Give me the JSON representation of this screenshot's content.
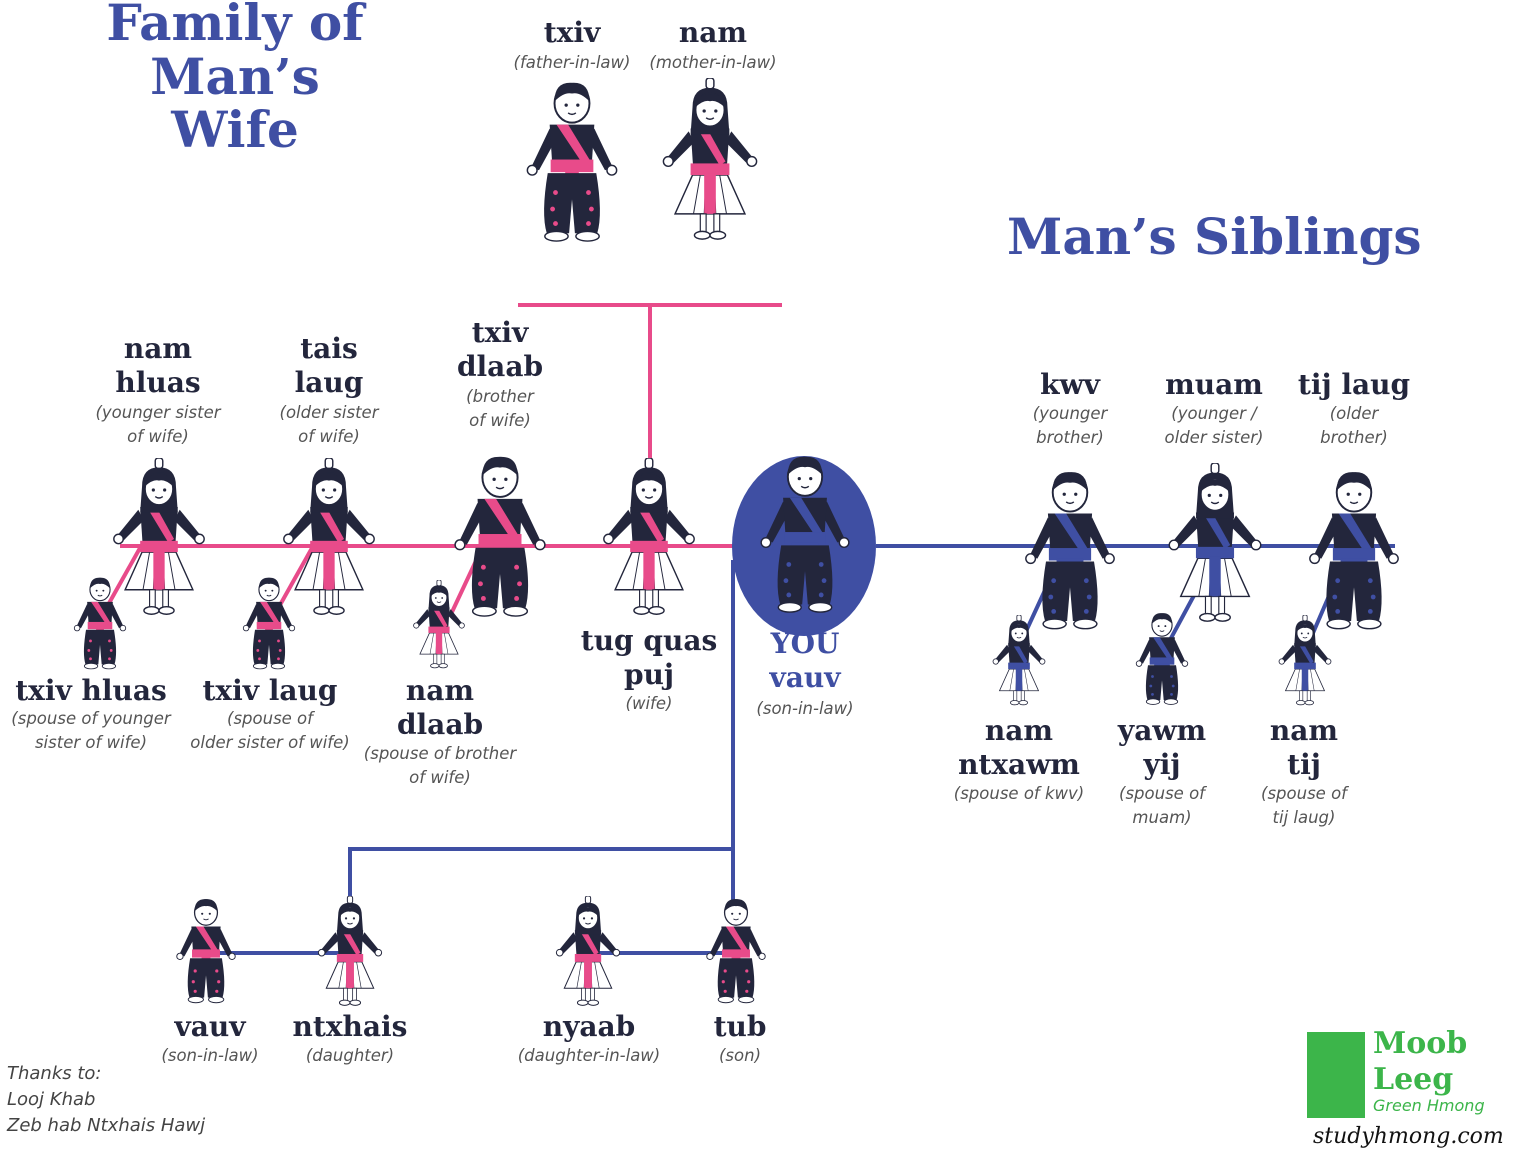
{
  "titles": {
    "wife_family_line1": "Family of",
    "wife_family_line2": "Man’s Wife",
    "siblings": "Man’s Siblings"
  },
  "colors": {
    "wife_side": "#e84b8a",
    "man_side": "#3f4fa3",
    "garment": "#23263c",
    "logo_green": "#3cb54a"
  },
  "people": {
    "father_in_law": {
      "term": [
        "txiv"
      ],
      "gloss": [
        "(father-in-law)"
      ]
    },
    "mother_in_law": {
      "term": [
        "nam"
      ],
      "gloss": [
        "(mother-in-law)"
      ]
    },
    "younger_sister_of_wife": {
      "term": [
        "nam",
        "hluas"
      ],
      "gloss": [
        "(younger sister",
        "of wife)"
      ]
    },
    "older_sister_of_wife": {
      "term": [
        "tais",
        "laug"
      ],
      "gloss": [
        "(older sister",
        "of wife)"
      ]
    },
    "brother_of_wife": {
      "term": [
        "txiv",
        "dlaab"
      ],
      "gloss": [
        "(brother",
        "of wife)"
      ]
    },
    "wife": {
      "term": [
        "tug quas",
        "puj"
      ],
      "gloss": [
        "(wife)"
      ]
    },
    "you": {
      "term": [
        "YOU",
        "vauv"
      ],
      "gloss": [
        "(son-in-law)"
      ]
    },
    "spouse_younger_sister": {
      "term": [
        "txiv hluas"
      ],
      "gloss": [
        "(spouse of younger",
        "sister of wife)"
      ]
    },
    "spouse_older_sister": {
      "term": [
        "txiv laug"
      ],
      "gloss": [
        "(spouse of",
        "older sister of wife)"
      ]
    },
    "spouse_brother": {
      "term": [
        "nam",
        "dlaab"
      ],
      "gloss": [
        "(spouse of brother",
        "of wife)"
      ]
    },
    "younger_brother": {
      "term": [
        "kwv"
      ],
      "gloss": [
        "(younger",
        "brother)"
      ]
    },
    "sister": {
      "term": [
        "muam"
      ],
      "gloss": [
        "(younger /",
        "older sister)"
      ]
    },
    "older_brother": {
      "term": [
        "tij laug"
      ],
      "gloss": [
        "(older",
        "brother)"
      ]
    },
    "spouse_kwv": {
      "term": [
        "nam",
        "ntxawm"
      ],
      "gloss": [
        "(spouse of kwv)"
      ]
    },
    "spouse_muam": {
      "term": [
        "yawm",
        "yij"
      ],
      "gloss": [
        "(spouse of",
        "muam)"
      ]
    },
    "spouse_tij": {
      "term": [
        "nam",
        "tij"
      ],
      "gloss": [
        "(spouse of",
        "tij laug)"
      ]
    },
    "son_in_law": {
      "term": [
        "vauv"
      ],
      "gloss": [
        "(son-in-law)"
      ]
    },
    "daughter": {
      "term": [
        "ntxhais"
      ],
      "gloss": [
        "(daughter)"
      ]
    },
    "daughter_in_law": {
      "term": [
        "nyaab"
      ],
      "gloss": [
        "(daughter-in-law)"
      ]
    },
    "son": {
      "term": [
        "tub"
      ],
      "gloss": [
        "(son)"
      ]
    }
  },
  "credits": {
    "heading": "Thanks to:",
    "names": [
      "Looj Khab",
      "Zeb hab Ntxhais Hawj"
    ]
  },
  "logo": {
    "line1": "Moob",
    "line2": "Leeg",
    "line3": "Green Hmong",
    "site": "studyhmong.com"
  }
}
